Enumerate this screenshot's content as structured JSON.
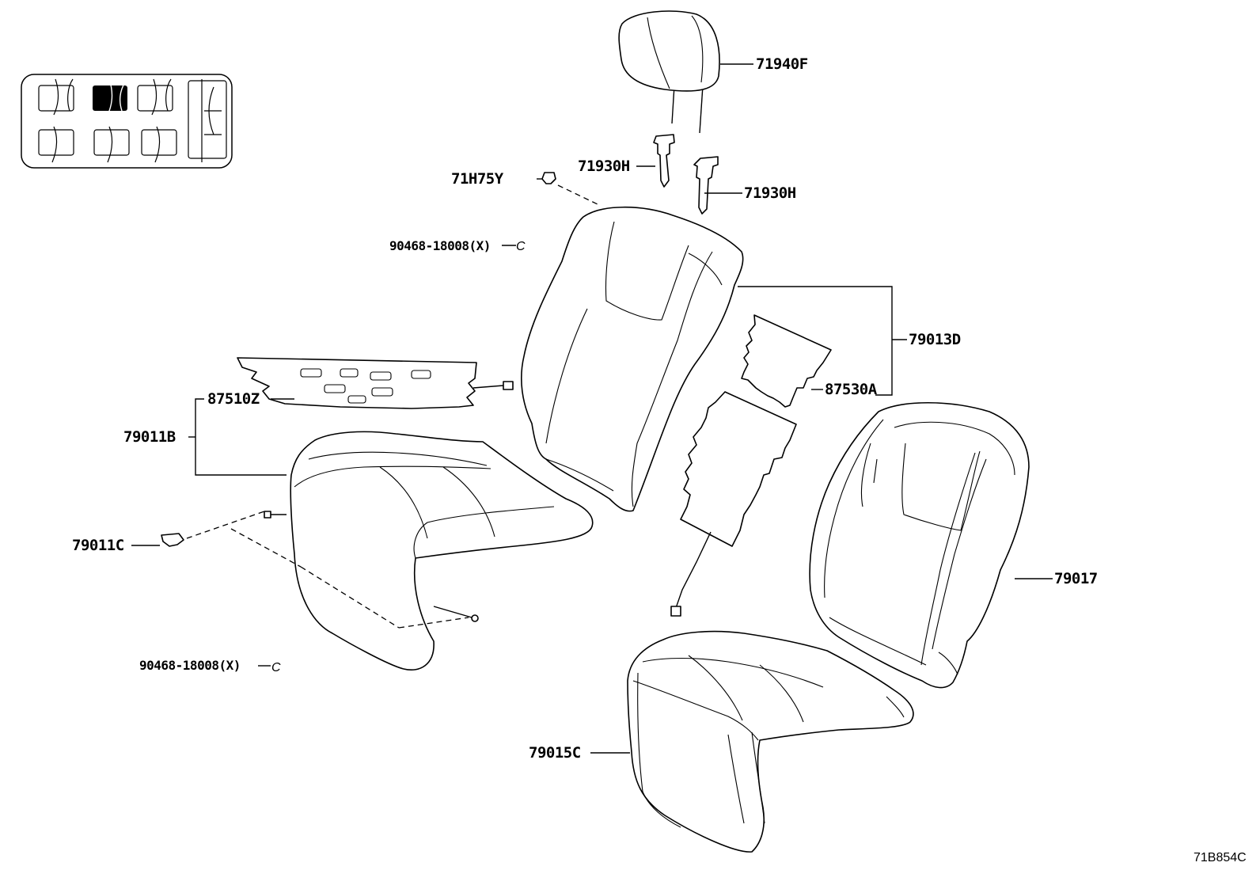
{
  "diagram_ref": "71B854C",
  "labels": {
    "headrest": "71940F",
    "support_left": "71930H",
    "support_right": "71930H",
    "clip_top": "71H75Y",
    "bolt_upper": "90468-18008(X)",
    "bolt_lower": "90468-18008(X)",
    "back_assy": "79013D",
    "back_heater": "87530A",
    "cushion_heater": "87510Z",
    "cushion_assy": "79011B",
    "clip_cushion": "79011C",
    "back_cover": "79017",
    "cushion_cover": "79015C"
  },
  "symbol_c": "C"
}
